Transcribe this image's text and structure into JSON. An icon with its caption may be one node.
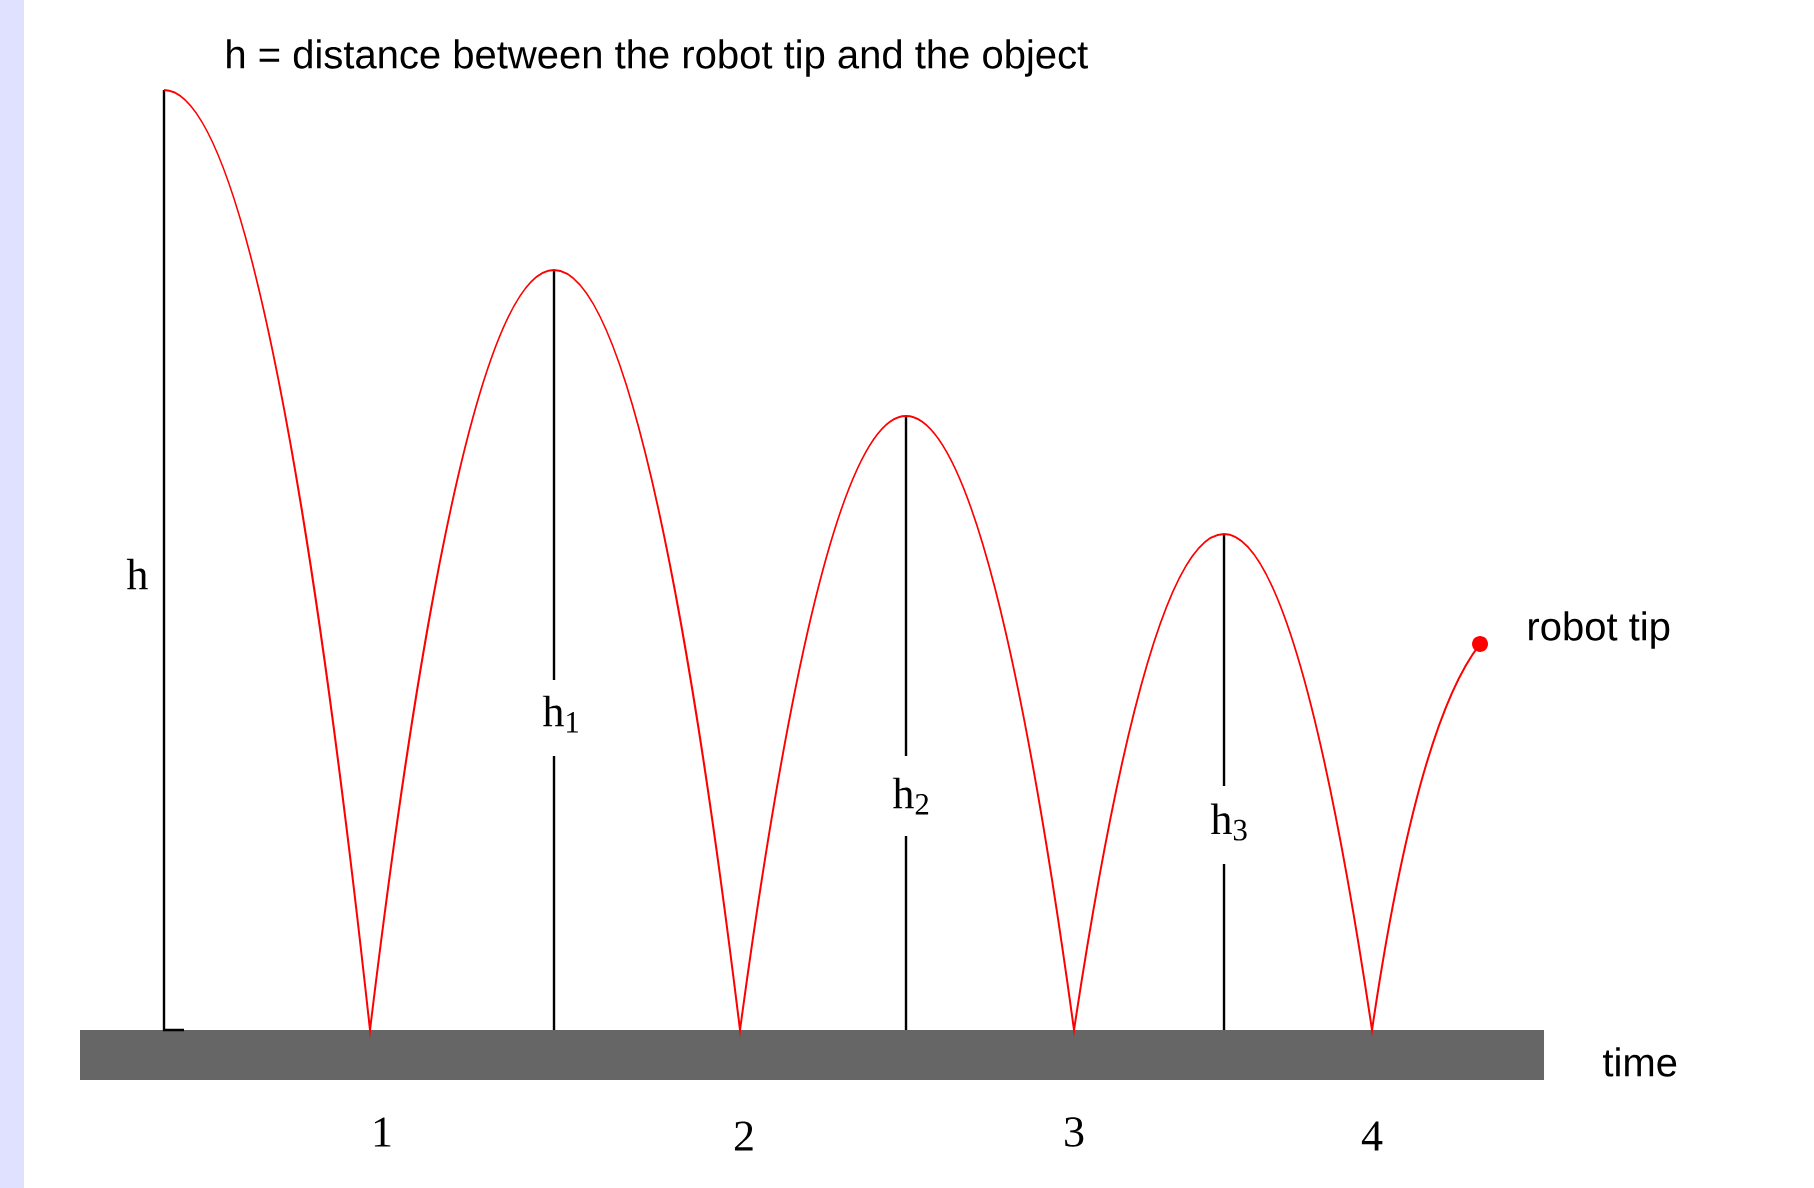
{
  "diagram": {
    "title": "h = distance between the robot tip and the object",
    "labels": [
      "h",
      "h$_{1}$",
      "h$_{2}$",
      "h$_{3}$",
      "robot tip",
      "time",
      "1",
      "2",
      "3",
      "4"
    ]
  }
}
